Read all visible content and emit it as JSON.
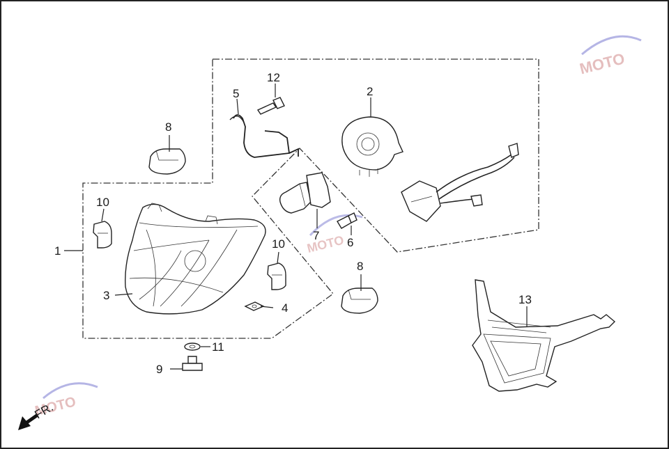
{
  "diagram": {
    "callouts": {
      "c1": "1",
      "c2": "2",
      "c3": "3",
      "c4": "4",
      "c5": "5",
      "c6": "6",
      "c7": "7",
      "c8a": "8",
      "c8b": "8",
      "c9": "9",
      "c10a": "10",
      "c10b": "10",
      "c11": "11",
      "c12": "12",
      "c13": "13"
    },
    "direction_label": "FR.",
    "watermark_logo": "MOTO"
  },
  "colors": {
    "line": "#222222",
    "watermark": "#d9a3a3",
    "background": "#ffffff"
  }
}
